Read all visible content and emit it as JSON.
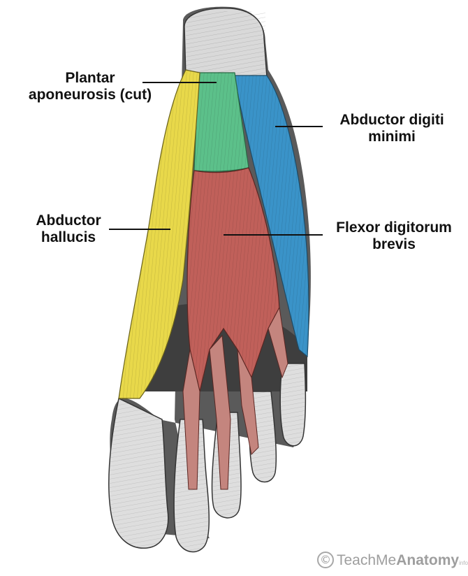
{
  "labels": {
    "plantar_aponeurosis": [
      "Plantar",
      "aponeurosis (cut)"
    ],
    "abductor_digiti_minimi": [
      "Abductor digiti",
      "minimi"
    ],
    "abductor_hallucis": [
      "Abductor",
      "hallucis"
    ],
    "flexor_digitorum_brevis": [
      "Flexor digitorum",
      "brevis"
    ]
  },
  "colors": {
    "plantar_aponeurosis": "#5cc08a",
    "abductor_digiti_minimi": "#3a93c8",
    "abductor_hallucis": "#e8d84a",
    "flexor_digitorum_brevis": "#c0605a",
    "bone": "#dcdcdc",
    "leader_line": "#111111"
  },
  "watermark": {
    "brand_light": "TeachMe",
    "brand_bold": "Anatomy",
    "suffix": "info",
    "icon": "copyright-icon"
  }
}
